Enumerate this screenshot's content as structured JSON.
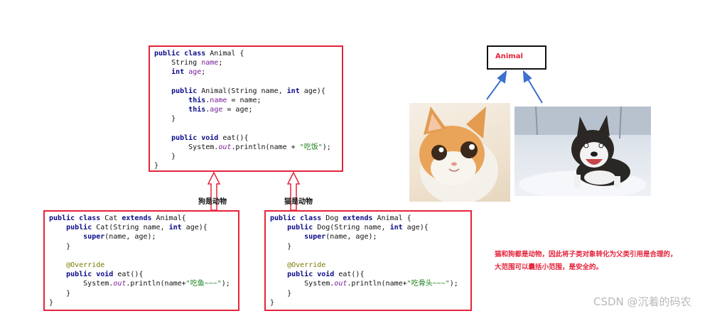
{
  "animal_class": {
    "lines": [
      [
        {
          "t": "public class",
          "c": "kw"
        },
        {
          "t": " Animal {"
        }
      ],
      [
        {
          "t": "    String "
        },
        {
          "t": "name",
          "c": "fld"
        },
        {
          "t": ";"
        }
      ],
      [
        {
          "t": "    "
        },
        {
          "t": "int",
          "c": "kw"
        },
        {
          "t": " "
        },
        {
          "t": "age",
          "c": "fld"
        },
        {
          "t": ";"
        }
      ],
      [],
      [
        {
          "t": "    "
        },
        {
          "t": "public",
          "c": "kw"
        },
        {
          "t": " Animal(String name, "
        },
        {
          "t": "int",
          "c": "kw"
        },
        {
          "t": " age){"
        }
      ],
      [
        {
          "t": "        "
        },
        {
          "t": "this",
          "c": "kw"
        },
        {
          "t": "."
        },
        {
          "t": "name",
          "c": "fld"
        },
        {
          "t": " = name;"
        }
      ],
      [
        {
          "t": "        "
        },
        {
          "t": "this",
          "c": "kw"
        },
        {
          "t": "."
        },
        {
          "t": "age",
          "c": "fld"
        },
        {
          "t": " = age;"
        }
      ],
      [
        {
          "t": "    }"
        }
      ],
      [],
      [
        {
          "t": "    "
        },
        {
          "t": "public void",
          "c": "kw"
        },
        {
          "t": " eat(){"
        }
      ],
      [
        {
          "t": "        System."
        },
        {
          "t": "out",
          "c": "it"
        },
        {
          "t": ".println(name + "
        },
        {
          "t": "\"吃饭\"",
          "c": "str"
        },
        {
          "t": ");"
        }
      ],
      [
        {
          "t": "    }"
        }
      ],
      [
        {
          "t": "}"
        }
      ]
    ]
  },
  "cat_class": {
    "lines": [
      [
        {
          "t": "public class",
          "c": "kw"
        },
        {
          "t": " Cat "
        },
        {
          "t": "extends",
          "c": "kw"
        },
        {
          "t": " Animal{"
        }
      ],
      [
        {
          "t": "    "
        },
        {
          "t": "public",
          "c": "kw"
        },
        {
          "t": " Cat(String name, "
        },
        {
          "t": "int",
          "c": "kw"
        },
        {
          "t": " age){"
        }
      ],
      [
        {
          "t": "        "
        },
        {
          "t": "super",
          "c": "kw"
        },
        {
          "t": "(name, age);"
        }
      ],
      [
        {
          "t": "    }"
        }
      ],
      [],
      [
        {
          "t": "    "
        },
        {
          "t": "@Override",
          "c": "ann"
        }
      ],
      [
        {
          "t": "    "
        },
        {
          "t": "public void",
          "c": "kw"
        },
        {
          "t": " eat(){"
        }
      ],
      [
        {
          "t": "        System."
        },
        {
          "t": "out",
          "c": "it"
        },
        {
          "t": ".println(name+"
        },
        {
          "t": "\"吃鱼~~~\"",
          "c": "str"
        },
        {
          "t": ");"
        }
      ],
      [
        {
          "t": "    }"
        }
      ],
      [
        {
          "t": "}"
        }
      ]
    ]
  },
  "dog_class": {
    "lines": [
      [
        {
          "t": "public class",
          "c": "kw"
        },
        {
          "t": " Dog "
        },
        {
          "t": "extends",
          "c": "kw"
        },
        {
          "t": " Animal {"
        }
      ],
      [
        {
          "t": "    "
        },
        {
          "t": "public",
          "c": "kw"
        },
        {
          "t": " Dog(String name, "
        },
        {
          "t": "int",
          "c": "kw"
        },
        {
          "t": " age){"
        }
      ],
      [
        {
          "t": "        "
        },
        {
          "t": "super",
          "c": "kw"
        },
        {
          "t": "(name, age);"
        }
      ],
      [
        {
          "t": "    }"
        }
      ],
      [],
      [
        {
          "t": "    "
        },
        {
          "t": "@Override",
          "c": "ann"
        }
      ],
      [
        {
          "t": "    "
        },
        {
          "t": "public void",
          "c": "kw"
        },
        {
          "t": " eat(){"
        }
      ],
      [
        {
          "t": "        System."
        },
        {
          "t": "out",
          "c": "it"
        },
        {
          "t": ".println(name+"
        },
        {
          "t": "\"吃骨头~~~\"",
          "c": "str"
        },
        {
          "t": ");"
        }
      ],
      [
        {
          "t": "    }"
        }
      ],
      [
        {
          "t": "}"
        }
      ]
    ]
  },
  "arrow_labels": {
    "cat": "狗是动物",
    "dog": "猫是动物"
  },
  "animal_box_label": "Animal",
  "note": {
    "line1": "猫和狗都是动物，因此将子类对象转化为父类引用是合理的，",
    "line2": "大范围可以囊括小范围，是安全的。"
  },
  "watermark": "CSDN @沉着的码农",
  "colors": {
    "accent": "#e5243b",
    "arrow_blue": "#3e6fd1"
  }
}
